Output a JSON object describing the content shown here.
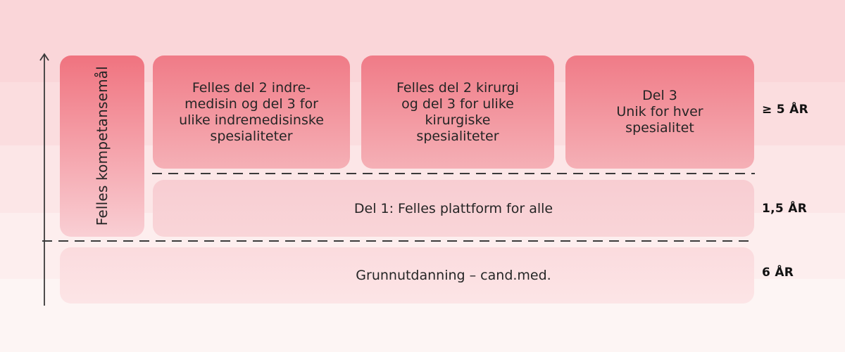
{
  "colors": {
    "band1": "#fad6d9",
    "band2": "#fbdddf",
    "band3": "#fce6e7",
    "band4": "#fdeeee",
    "band5": "#fdf5f4",
    "box-grad-top": "#f07b87",
    "box-grad-bottom": "#f5b0b6",
    "sidebar-grad-top": "#f0737f",
    "sidebar-grad-bottom": "#f9cfd4",
    "del1-fill-top": "#f8cdd2",
    "del1-fill-bottom": "#f9d5d8",
    "grunn-fill-top": "#fbdbde",
    "grunn-fill-bottom": "#fce5e6",
    "dash": "#3a3a3a",
    "arrow": "#3a3a3a",
    "text": "#252525",
    "label": "#111111"
  },
  "diagram": {
    "sidebar_label": "Felles kompetansemål",
    "top_boxes": [
      {
        "label": "Felles del 2 indre-\nmedisin og del 3 for\nulike indremedisinske\nspesialiteter"
      },
      {
        "label": "Felles del 2 kirurgi\nog del 3 for ulike\nkirurgiske\nspesialiteter"
      },
      {
        "label": "Del 3\nUnik for hver\nspesialitet"
      }
    ],
    "del1_label": "Del 1: Felles plattform for alle",
    "grunn_label": "Grunnutdanning – cand.med.",
    "duration_labels": [
      "≥ 5 ÅR",
      "1,5 ÅR",
      "6 ÅR"
    ]
  }
}
